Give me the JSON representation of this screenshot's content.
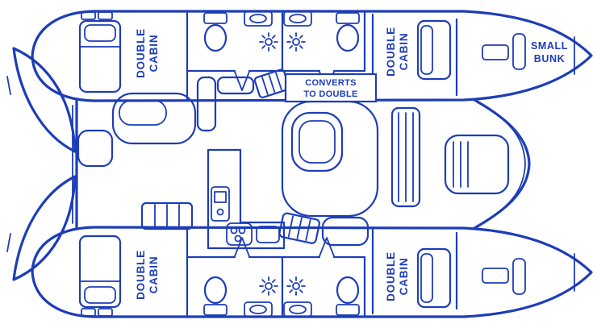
{
  "colors": {
    "line": "#1d3db8",
    "background": "#ffffff"
  },
  "plan": {
    "cabin_top_left": {
      "line1": "DOUBLE",
      "line2": "CABIN"
    },
    "cabin_top_right": {
      "line1": "DOUBLE",
      "line2": "CABIN"
    },
    "cabin_bottom_left": {
      "line1": "DOUBLE",
      "line2": "CABIN"
    },
    "cabin_bottom_right": {
      "line1": "DOUBLE",
      "line2": "CABIN"
    },
    "small_bunk": {
      "line1": "SMALL",
      "line2": "BUNK"
    },
    "salon_berth": {
      "line1": "CONVERTS",
      "line2": "TO DOUBLE"
    }
  }
}
